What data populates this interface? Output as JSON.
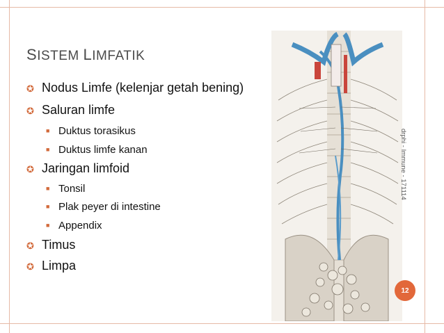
{
  "slide": {
    "title_first_letter": "S",
    "title_rest_1": "istem ",
    "title_second_letter": "L",
    "title_rest_2": "imfatik",
    "items": [
      {
        "level": 1,
        "text": "Nodus Limfe (kelenjar getah bening)"
      },
      {
        "level": 1,
        "text": "Saluran limfe"
      },
      {
        "level": 2,
        "text": "Duktus torasikus"
      },
      {
        "level": 2,
        "text": "Duktus limfe kanan"
      },
      {
        "level": 1,
        "text": "Jaringan limfoid"
      },
      {
        "level": 2,
        "text": "Tonsil"
      },
      {
        "level": 2,
        "text": "Plak peyer di intestine"
      },
      {
        "level": 2,
        "text": "Appendix"
      },
      {
        "level": 1,
        "text": "Timus"
      },
      {
        "level": 1,
        "text": "Limpa"
      }
    ],
    "side_label": "drphi - Immune - 171114",
    "page_number": "12",
    "colors": {
      "accent": "#e2683a",
      "frame": "#e6b9a6",
      "title": "#4b4b4b"
    }
  }
}
